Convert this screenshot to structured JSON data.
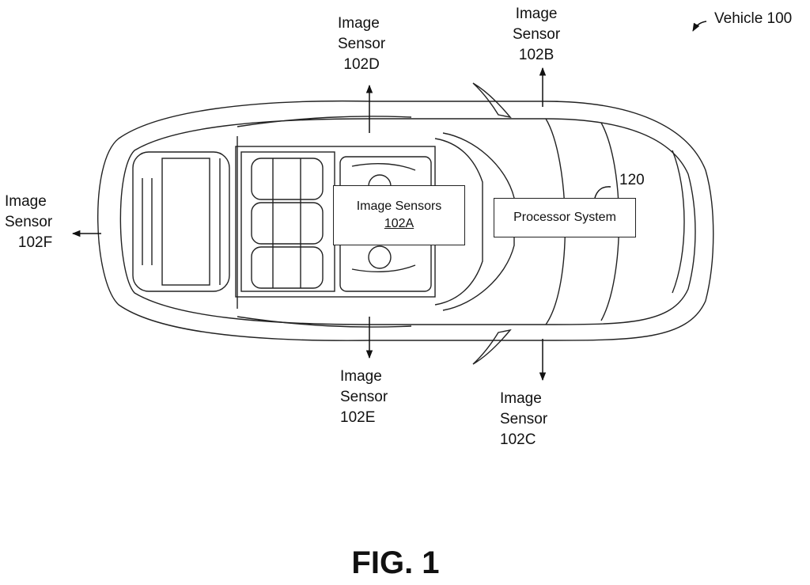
{
  "vehicle_label": "Vehicle 100",
  "sensors": {
    "s102D": [
      "Image",
      "Sensor",
      "102D"
    ],
    "s102B": [
      "Image",
      "Sensor",
      "102B"
    ],
    "s102F": [
      "Image",
      "Sensor",
      "102F"
    ],
    "s102E": [
      "Image",
      "Sensor",
      "102E"
    ],
    "s102C": [
      "Image",
      "Sensor",
      "102C"
    ]
  },
  "sensors_102A": {
    "line1": "Image Sensors",
    "line2": "102A"
  },
  "processor": {
    "label": "Processor System",
    "ref": "120"
  },
  "figure_label": "FIG. 1"
}
